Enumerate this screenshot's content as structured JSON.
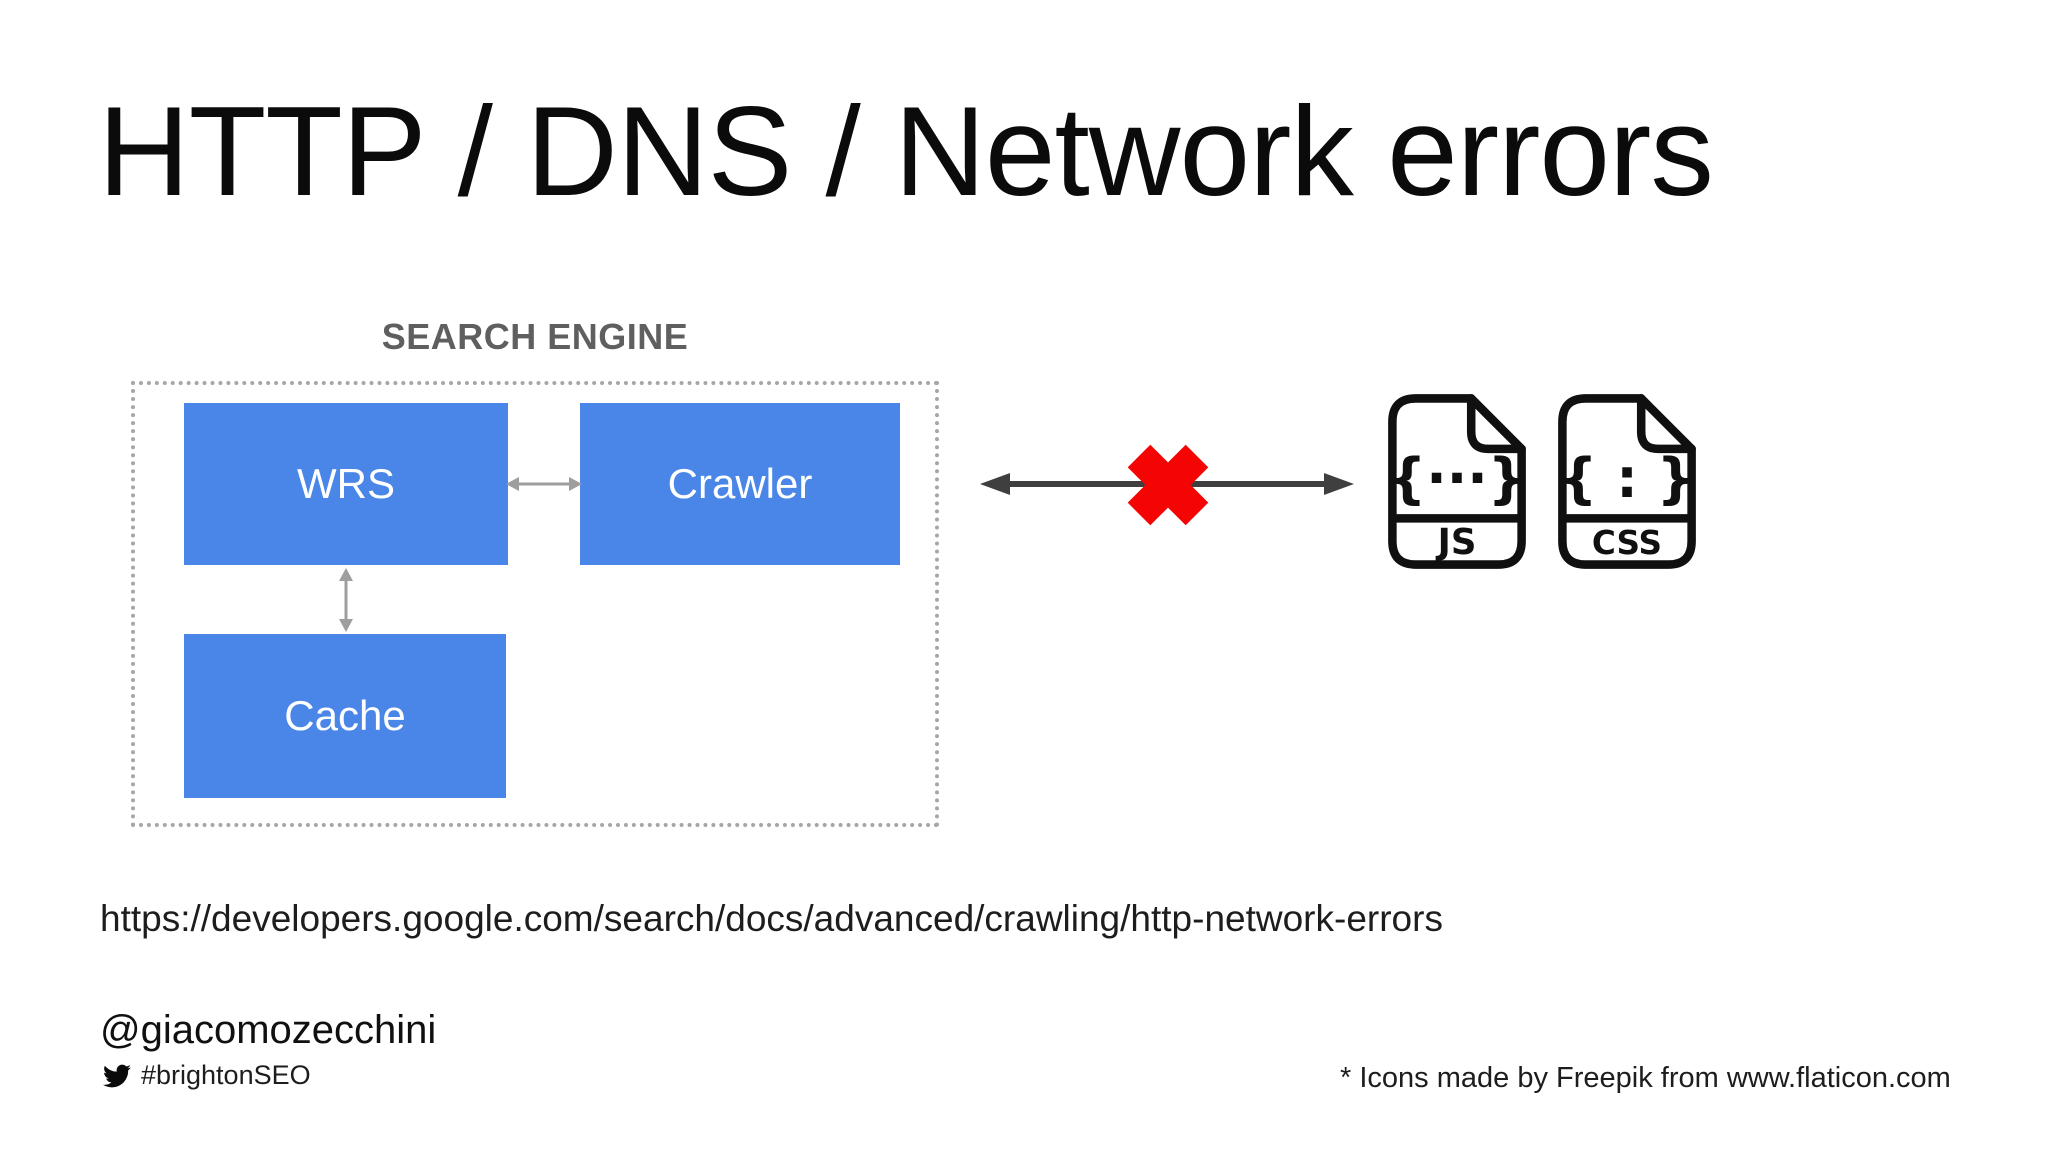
{
  "slide": {
    "title": "HTTP / DNS / Network errors",
    "source_url": "https://developers.google.com/search/docs/advanced/crawling/http-network-errors",
    "author_handle": "@giacomozecchini",
    "event_hashtag": "#brightonSEO",
    "icons_credit": "* Icons made by Freepik from www.flaticon.com"
  },
  "diagram": {
    "group_label": "SEARCH ENGINE",
    "nodes": [
      {
        "id": "wrs",
        "label": "WRS"
      },
      {
        "id": "crawler",
        "label": "Crawler"
      },
      {
        "id": "cache",
        "label": "Cache"
      }
    ],
    "connections": [
      {
        "from": "WRS",
        "to": "Crawler",
        "style": "double-arrow"
      },
      {
        "from": "WRS",
        "to": "Cache",
        "style": "double-arrow"
      },
      {
        "from": "Crawler",
        "to": "JS/CSS resources",
        "style": "double-arrow",
        "status": "blocked"
      }
    ],
    "file_icons": [
      {
        "id": "js",
        "label": "JS",
        "glyph": "{···}"
      },
      {
        "id": "css",
        "label": "CSS",
        "glyph": "{ : }"
      }
    ]
  },
  "colors": {
    "node_fill": "#4a86e8",
    "node_text": "#ffffff",
    "small_arrow_gray": "#9e9e9e",
    "big_arrow_dark": "#3f3f3f",
    "error_cross_red": "#f50404",
    "group_label_gray": "#5f5f5f",
    "dotted_border_gray": "#a6a6a6",
    "background": "#ffffff"
  }
}
